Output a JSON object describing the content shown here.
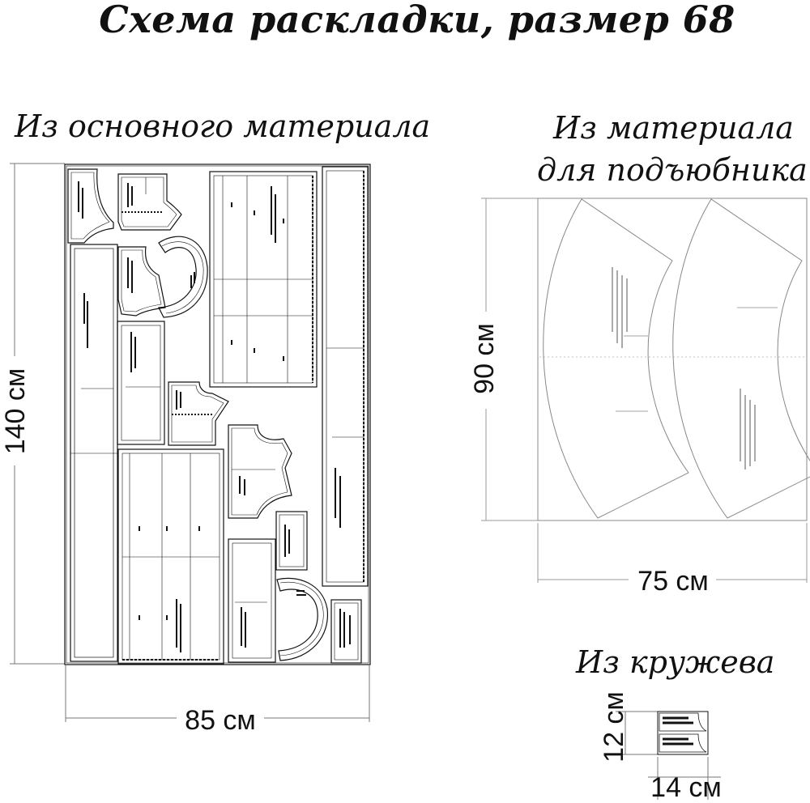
{
  "title": "Схема раскладки, размер 68",
  "main_fabric": {
    "label": "Из основного материала",
    "width_label": "85 см",
    "height_label": "140 см"
  },
  "petticoat_fabric": {
    "label_line1": "Из материала",
    "label_line2": "для подъюбника",
    "width_label": "75 см",
    "height_label": "90 см"
  },
  "lace": {
    "label": "Из кружева",
    "width_label": "14 см",
    "height_label": "12 см"
  }
}
